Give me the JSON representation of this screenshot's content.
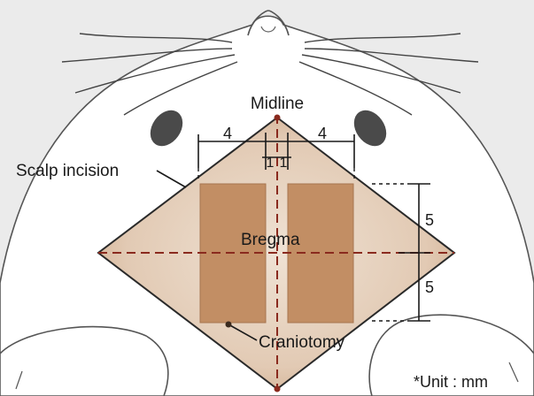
{
  "labels": {
    "midline": "Midline",
    "scalp_incision": "Scalp incision",
    "bregma": "Bregma",
    "craniotomy": "Craniotomy",
    "unit": "*Unit : mm"
  },
  "dimensions": {
    "left_width": "4",
    "right_width": "4",
    "gap_left": "1",
    "gap_right": "1",
    "upper_height": "5",
    "lower_height": "5"
  },
  "colors": {
    "background": "#ebebeb",
    "head_fill": "#ffffff",
    "diamond_fill": "#e3cbb6",
    "craniotomy_fill": "#c28e64",
    "midline": "#8a2a1e",
    "outline": "#2a2a2a"
  }
}
